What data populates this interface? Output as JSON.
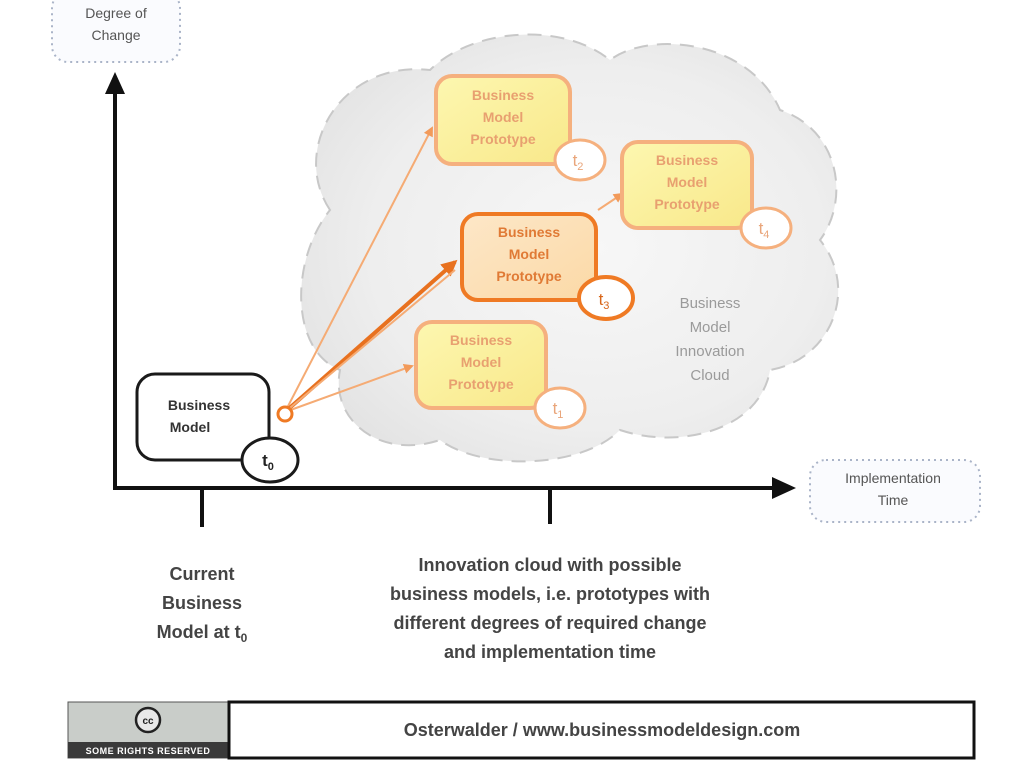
{
  "axes": {
    "y_label": [
      "Degree of",
      "Change"
    ],
    "x_label": [
      "Implementation",
      "Time"
    ]
  },
  "current_model": {
    "label": [
      "Business",
      "Model"
    ],
    "badge": "t",
    "badge_sub": "0"
  },
  "prototypes": [
    {
      "id": "t1",
      "label": [
        "Business",
        "Model",
        "Prototype"
      ],
      "badge": "t",
      "badge_sub": "1",
      "highlighted": false
    },
    {
      "id": "t2",
      "label": [
        "Business",
        "Model",
        "Prototype"
      ],
      "badge": "t",
      "badge_sub": "2",
      "highlighted": false
    },
    {
      "id": "t3",
      "label": [
        "Business",
        "Model",
        "Prototype"
      ],
      "badge": "t",
      "badge_sub": "3",
      "highlighted": true
    },
    {
      "id": "t4",
      "label": [
        "Business",
        "Model",
        "Prototype"
      ],
      "badge": "t",
      "badge_sub": "4",
      "highlighted": false
    }
  ],
  "cloud": {
    "label": [
      "Business",
      "Model",
      "Innovation",
      "Cloud"
    ]
  },
  "captions": {
    "current": [
      "Current",
      "Business",
      "Model at t"
    ],
    "current_sub": "0",
    "cloud": [
      "Innovation cloud with possible",
      "business models, i.e. prototypes with",
      "different degrees of required change",
      "and implementation time"
    ]
  },
  "footer": {
    "license_label": "SOME RIGHTS RESERVED",
    "cc_icon": "creative-commons-icon",
    "credit": "Osterwalder / www.businessmodeldesign.com"
  },
  "colors": {
    "accent_orange": "#f08a3c",
    "light_orange": "#f5b07e",
    "prototype_fill": "#fbf29a",
    "axis": "#111111"
  }
}
